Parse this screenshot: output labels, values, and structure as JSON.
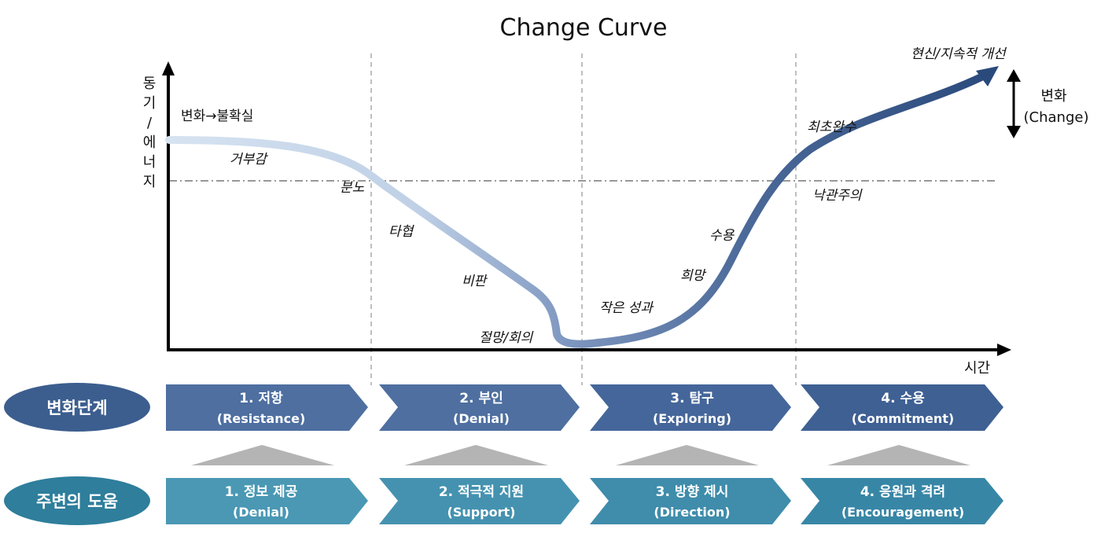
{
  "title": "Change Curve",
  "y_axis_label": [
    "동",
    "기",
    "/",
    "에",
    "너",
    "지"
  ],
  "x_axis_label": "시간",
  "curve_labels": {
    "uncertainty": "변화→불확실",
    "rejection": "거부감",
    "anger": "분노",
    "compromise": "타협",
    "criticism": "비판",
    "despair": "절망/회의",
    "small_wins": "작은 성과",
    "hope": "희망",
    "acceptance": "수용",
    "optimism": "낙관주의",
    "first_completion": "최초완수",
    "innovation": "현신/지속적 개선"
  },
  "change_marker": {
    "line1": "변화",
    "line2": "(Change)"
  },
  "rows": {
    "stages": {
      "label": "변화단계",
      "items": [
        {
          "title": "1. 저항",
          "sub": "(Resistance)"
        },
        {
          "title": "2. 부인",
          "sub": "(Denial)"
        },
        {
          "title": "3. 탐구",
          "sub": "(Exploring)"
        },
        {
          "title": "4. 수용",
          "sub": "(Commitment)"
        }
      ]
    },
    "support": {
      "label": "주변의 도움",
      "items": [
        {
          "title": "1. 정보 제공",
          "sub": "(Denial)"
        },
        {
          "title": "2. 적극적 지원",
          "sub": "(Support)"
        },
        {
          "title": "3. 방향 제시",
          "sub": "(Direction)"
        },
        {
          "title": "4. 응원과 격려",
          "sub": "(Encouragement)"
        }
      ]
    }
  },
  "colors": {
    "curve_start": "#d6e3f1",
    "curve_mid": "#8ea7cc",
    "curve_end": "#2a4a7c",
    "stage_box": "#4e6fa0",
    "stage_oval": "#3c5e8f",
    "support_box": "#4a98b4",
    "support_oval": "#2e7e9c",
    "triangle": "#b4b4b4"
  }
}
